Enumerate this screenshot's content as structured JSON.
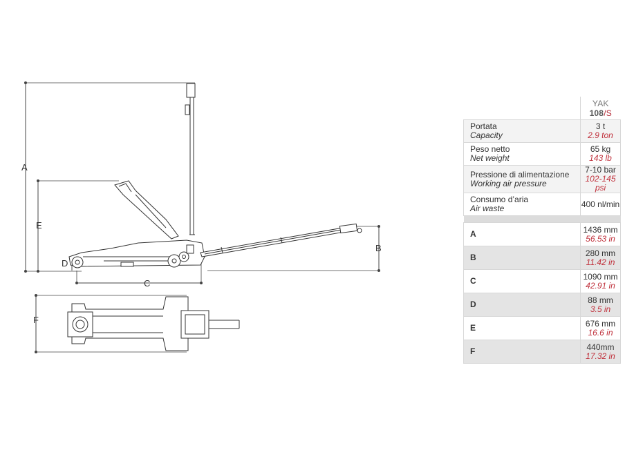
{
  "diagram": {
    "dimension_letters": {
      "a": "A",
      "b": "B",
      "c": "C",
      "d": "D",
      "e": "E",
      "f": "F"
    }
  },
  "spec_table": {
    "model": {
      "prefix": "YAK ",
      "number": "108",
      "suffix": "/S"
    },
    "features": [
      {
        "label_it": "Portata",
        "label_en": "Capacity",
        "value": "3 t",
        "value_imperial": "2.9 ton"
      },
      {
        "label_it": "Peso netto",
        "label_en": "Net weight",
        "value": "65 kg",
        "value_imperial": "143 lb"
      },
      {
        "label_it": "Pressione di alimentazione",
        "label_en": "Working air pressure",
        "value": "7-10 bar",
        "value_imperial": "102-145 psi"
      },
      {
        "label_it": "Consumo d’aria",
        "label_en": "Air waste",
        "value": "400 nl/min",
        "value_imperial": ""
      }
    ],
    "dimensions": [
      {
        "letter": "A",
        "value": "1436 mm",
        "value_imperial": "56.53 in"
      },
      {
        "letter": "B",
        "value": "280 mm",
        "value_imperial": "11.42 in"
      },
      {
        "letter": "C",
        "value": "1090 mm",
        "value_imperial": "42.91 in"
      },
      {
        "letter": "D",
        "value": "88 mm",
        "value_imperial": "3.5 in"
      },
      {
        "letter": "E",
        "value": "676 mm",
        "value_imperial": "16.6 in"
      },
      {
        "letter": "F",
        "value": "440mm",
        "value_imperial": "17.32 in"
      }
    ]
  },
  "colors": {
    "imperial_text": "#c0313c",
    "row_shade": "#e4e4e4",
    "line": "#333333"
  }
}
